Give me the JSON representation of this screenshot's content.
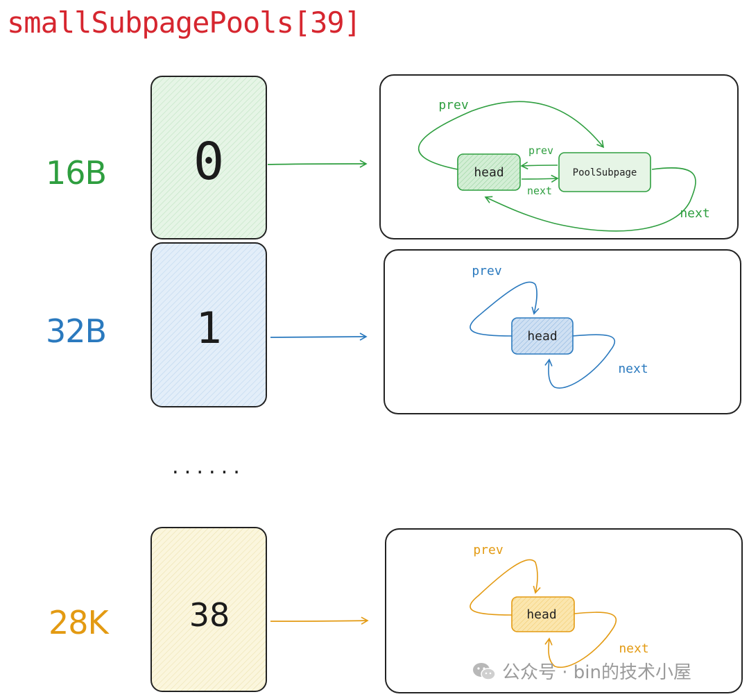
{
  "title": "smallSubpagePools[39]",
  "rows": [
    {
      "size": "16B",
      "index": "0",
      "color": "#2e9e3f",
      "fill": "#e6f5e6"
    },
    {
      "size": "32B",
      "index": "1",
      "color": "#2a79be",
      "fill": "#e3eef9"
    },
    {
      "size": "28K",
      "index": "38",
      "color": "#e39a12",
      "fill": "#fbf6dd"
    }
  ],
  "ellipsis": "......",
  "panel0": {
    "head": "head",
    "subpage": "PoolSubpage",
    "prev_outer": "prev",
    "prev_inner": "prev",
    "next_inner": "next",
    "next_outer": "next"
  },
  "panel1": {
    "head": "head",
    "prev": "prev",
    "next": "next"
  },
  "panel2": {
    "head": "head",
    "prev": "prev",
    "next": "next"
  },
  "watermark": "公众号 · bin的技术小屋",
  "watermark_icon": "wechat-icon"
}
